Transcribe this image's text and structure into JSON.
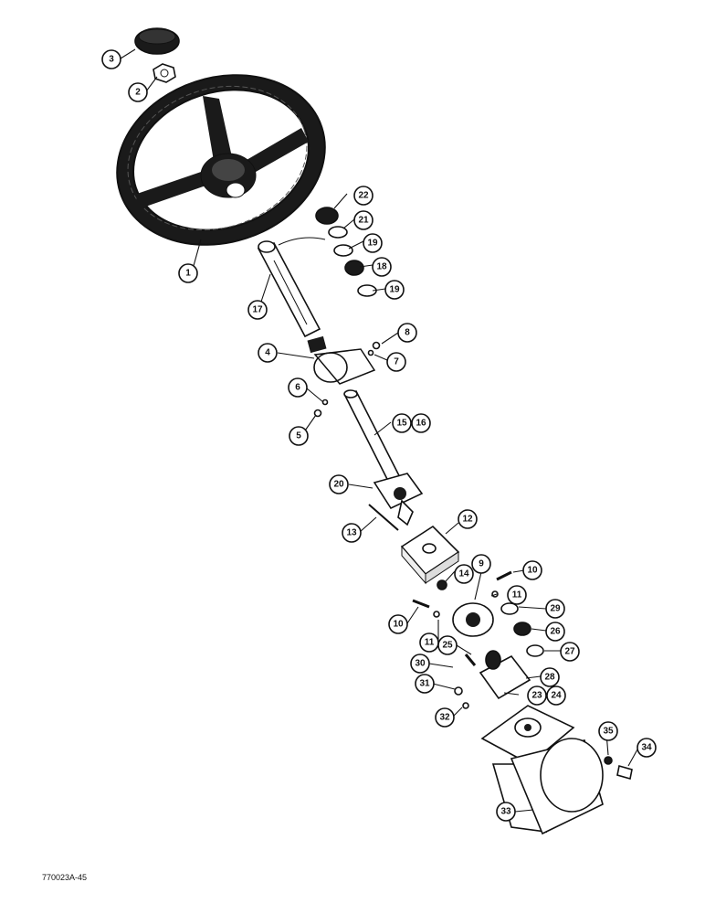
{
  "figure_ref": "770023A-45",
  "callouts": [
    {
      "id": "c3",
      "label": "3"
    },
    {
      "id": "c2",
      "label": "2"
    },
    {
      "id": "c1",
      "label": "1"
    },
    {
      "id": "c22",
      "label": "22"
    },
    {
      "id": "c21",
      "label": "21"
    },
    {
      "id": "c19a",
      "label": "19"
    },
    {
      "id": "c18",
      "label": "18"
    },
    {
      "id": "c19b",
      "label": "19"
    },
    {
      "id": "c17",
      "label": "17"
    },
    {
      "id": "c8",
      "label": "8"
    },
    {
      "id": "c7",
      "label": "7"
    },
    {
      "id": "c4",
      "label": "4"
    },
    {
      "id": "c6",
      "label": "6"
    },
    {
      "id": "c5",
      "label": "5"
    },
    {
      "id": "c15",
      "label": "15"
    },
    {
      "id": "c16",
      "label": "16"
    },
    {
      "id": "c20",
      "label": "20"
    },
    {
      "id": "c13",
      "label": "13"
    },
    {
      "id": "c12",
      "label": "12"
    },
    {
      "id": "c9",
      "label": "9"
    },
    {
      "id": "c10a",
      "label": "10"
    },
    {
      "id": "c14",
      "label": "14"
    },
    {
      "id": "c11a",
      "label": "11"
    },
    {
      "id": "c10b",
      "label": "10"
    },
    {
      "id": "c29",
      "label": "29"
    },
    {
      "id": "c11b",
      "label": "11"
    },
    {
      "id": "c26",
      "label": "26"
    },
    {
      "id": "c25",
      "label": "25"
    },
    {
      "id": "c27",
      "label": "27"
    },
    {
      "id": "c30",
      "label": "30"
    },
    {
      "id": "c28",
      "label": "28"
    },
    {
      "id": "c23",
      "label": "23"
    },
    {
      "id": "c24",
      "label": "24"
    },
    {
      "id": "c31",
      "label": "31"
    },
    {
      "id": "c32",
      "label": "32"
    },
    {
      "id": "c35",
      "label": "35"
    },
    {
      "id": "c34",
      "label": "34"
    },
    {
      "id": "c33",
      "label": "33"
    }
  ]
}
